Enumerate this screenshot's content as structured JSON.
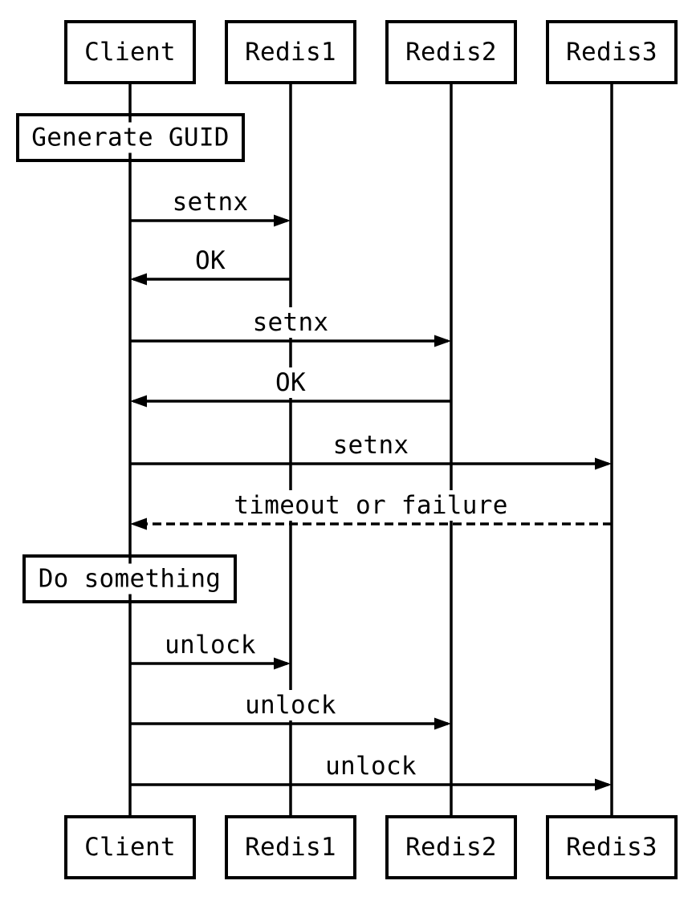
{
  "diagram": {
    "kind": "sequence-diagram",
    "participants": [
      {
        "label": "Client"
      },
      {
        "label": "Redis1"
      },
      {
        "label": "Redis2"
      },
      {
        "label": "Redis3"
      }
    ],
    "self_actions": [
      {
        "label": "Generate GUID",
        "on": "Client"
      },
      {
        "label": "Do something",
        "on": "Client"
      }
    ],
    "messages": [
      {
        "label": "setnx",
        "from": "Client",
        "to": "Redis1",
        "line": "solid"
      },
      {
        "label": "OK",
        "from": "Redis1",
        "to": "Client",
        "line": "solid"
      },
      {
        "label": "setnx",
        "from": "Client",
        "to": "Redis2",
        "line": "solid"
      },
      {
        "label": "OK",
        "from": "Redis2",
        "to": "Client",
        "line": "solid"
      },
      {
        "label": "setnx",
        "from": "Client",
        "to": "Redis3",
        "line": "solid"
      },
      {
        "label": "timeout or failure",
        "from": "Redis3",
        "to": "Client",
        "line": "dashed"
      },
      {
        "label": "unlock",
        "from": "Client",
        "to": "Redis1",
        "line": "solid"
      },
      {
        "label": "unlock",
        "from": "Client",
        "to": "Redis2",
        "line": "solid"
      },
      {
        "label": "unlock",
        "from": "Client",
        "to": "Redis3",
        "line": "solid"
      }
    ],
    "colors": {
      "stroke": "#000000",
      "text": "#000000",
      "background": "#ffffff"
    }
  }
}
